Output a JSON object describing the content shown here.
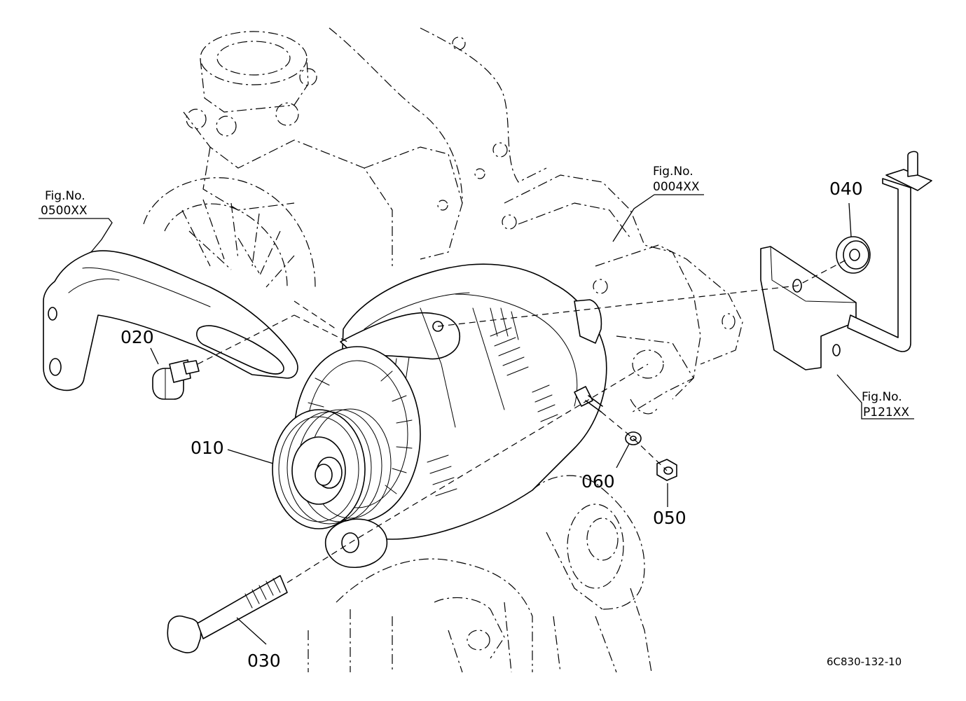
{
  "callouts": {
    "p010": "010",
    "p020": "020",
    "p030": "030",
    "p040": "040",
    "p050": "050",
    "p060": "060"
  },
  "fig_refs": {
    "left": {
      "label": "Fig.No.",
      "number": "0500XX"
    },
    "top": {
      "label": "Fig.No.",
      "number": "0004XX"
    },
    "right": {
      "label": "Fig.No.",
      "number": "P121XX"
    }
  },
  "drawing_code": "6C830-132-10"
}
